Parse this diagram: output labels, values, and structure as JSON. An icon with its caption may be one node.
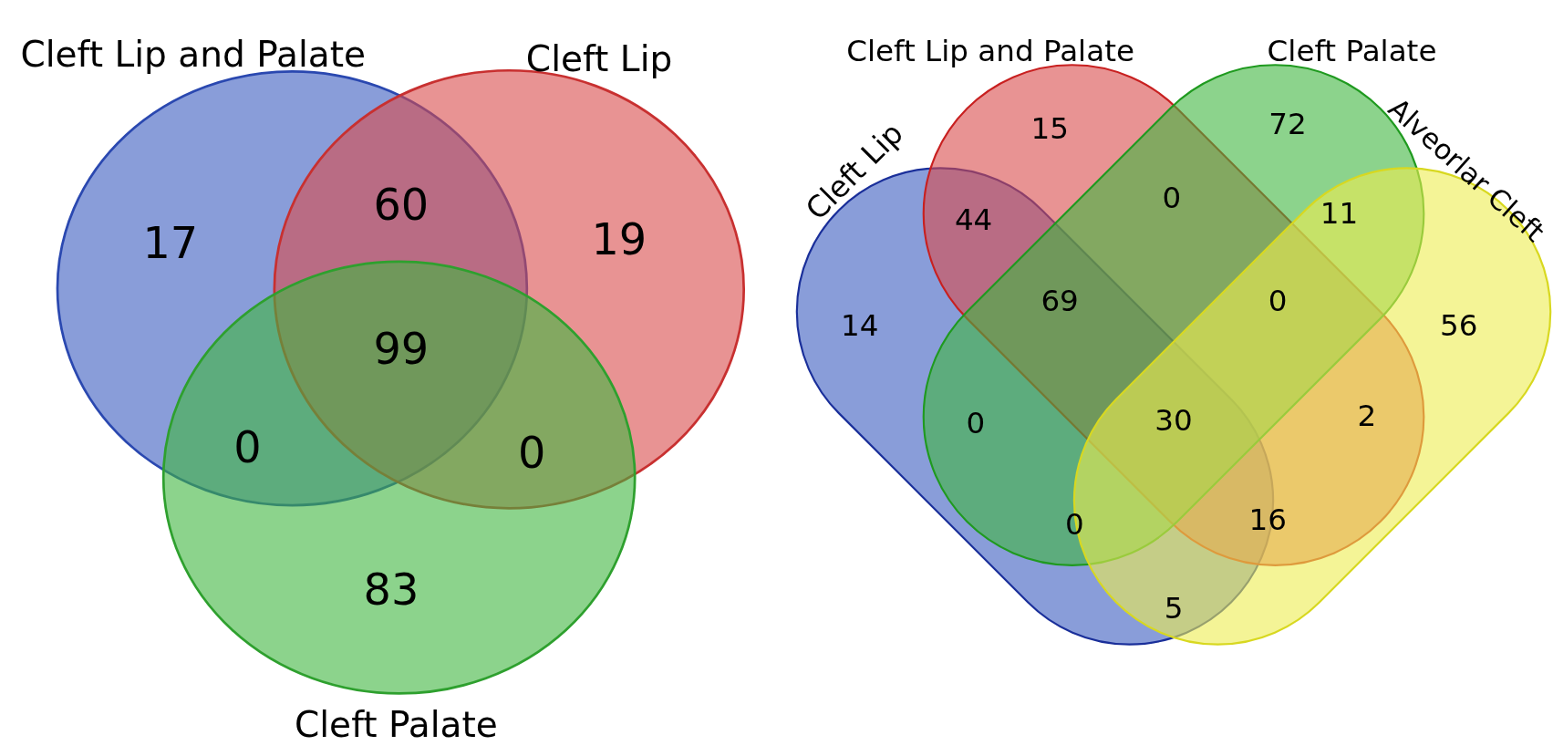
{
  "diagram": {
    "nodes": [
      {
        "text": [
          "Cleft Lip and Palate"
        ]
      },
      {
        "text": [
          "Cleft Lip"
        ]
      },
      {
        "text": [
          "Cleft Palate"
        ]
      },
      {
        "text": [
          "Cleft Lip"
        ]
      },
      {
        "text": [
          "Cleft Lip and Palate"
        ]
      },
      {
        "text": [
          "Cleft Palate"
        ]
      },
      {
        "text": [
          "Alveorlar Cleft"
        ]
      }
    ],
    "labels": [
      "60",
      "17",
      "19",
      "99",
      "0",
      "0",
      "83",
      "15",
      "72",
      "44",
      "0",
      "11",
      "14",
      "69",
      "0",
      "56",
      "0",
      "30",
      "2",
      "0",
      "16",
      "5"
    ]
  }
}
